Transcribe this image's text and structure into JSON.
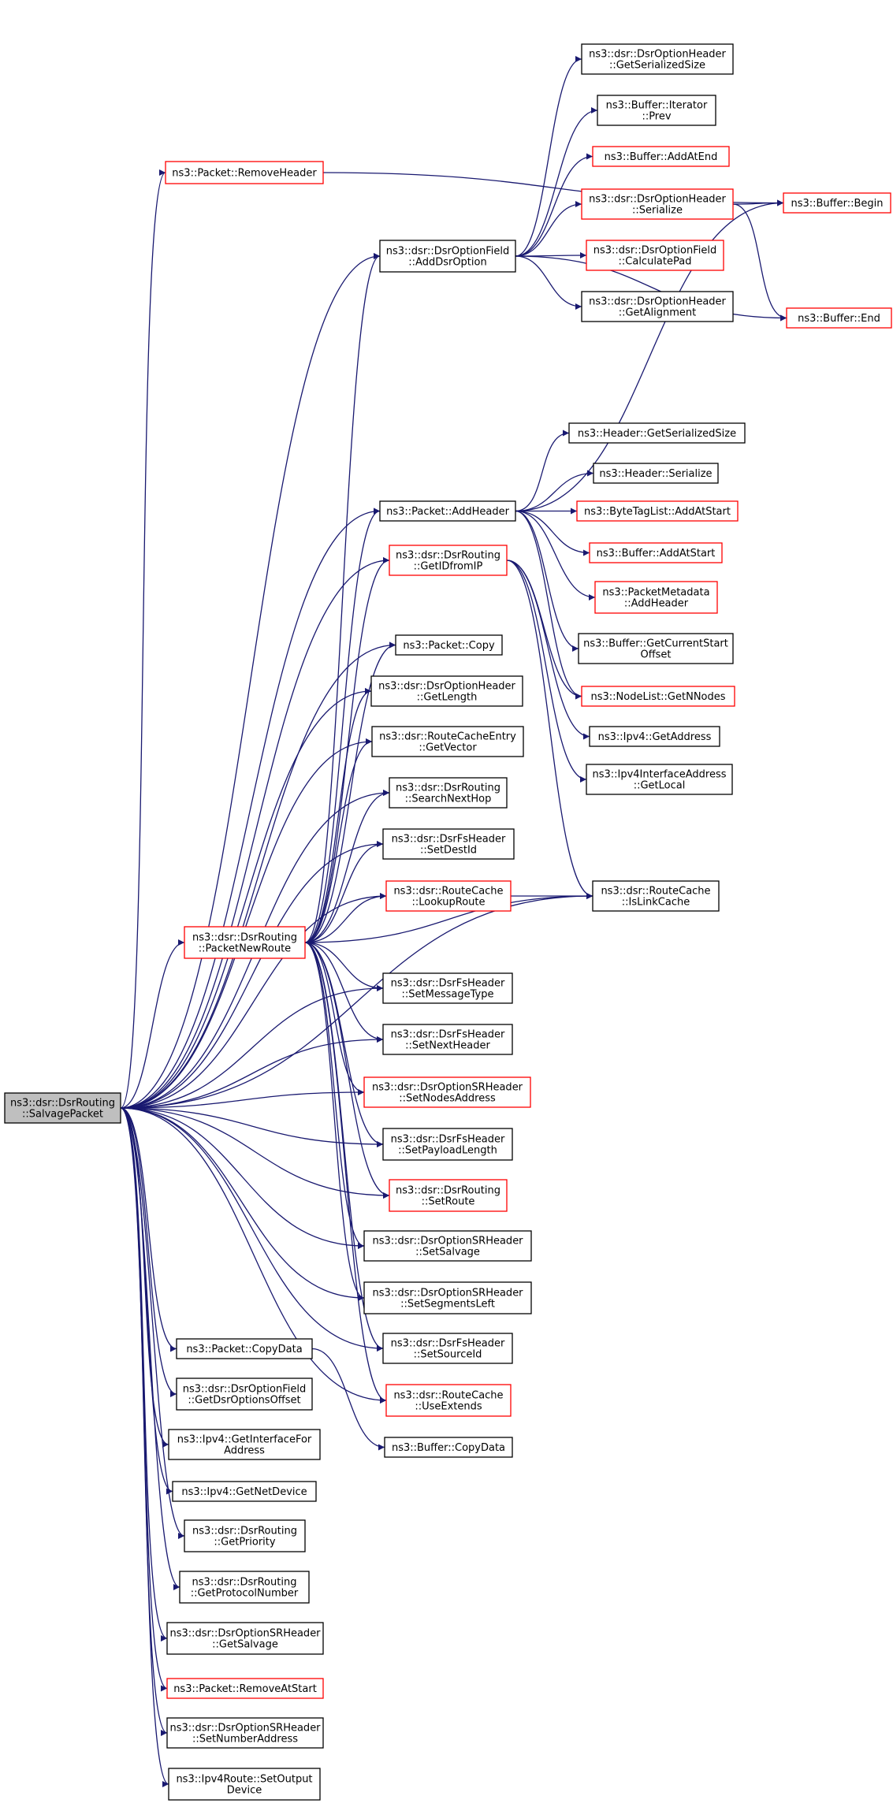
{
  "graph": {
    "title": "",
    "colors": {
      "edge": "#191970",
      "normal_border": "#000000",
      "truncated_border": "#ff0000",
      "root_fill": "#bfbfbf"
    },
    "nodes": [
      {
        "id": "root",
        "lines": [
          "ns3::dsr::DsrRouting",
          "::SalvagePacket"
        ],
        "style": "root"
      },
      {
        "id": "removeheader",
        "lines": [
          "ns3::Packet::RemoveHeader"
        ],
        "style": "truncated"
      },
      {
        "id": "adddsroption",
        "lines": [
          "ns3::dsr::DsrOptionField",
          "::AddDsrOption"
        ],
        "style": "normal"
      },
      {
        "id": "ohgetserializedsize",
        "lines": [
          "ns3::dsr::DsrOptionHeader",
          "::GetSerializedSize"
        ],
        "style": "normal"
      },
      {
        "id": "iterprev",
        "lines": [
          "ns3::Buffer::Iterator",
          "::Prev"
        ],
        "style": "normal"
      },
      {
        "id": "addatend",
        "lines": [
          "ns3::Buffer::AddAtEnd"
        ],
        "style": "truncated"
      },
      {
        "id": "ohserialize",
        "lines": [
          "ns3::dsr::DsrOptionHeader",
          "::Serialize"
        ],
        "style": "truncated"
      },
      {
        "id": "bufbegin",
        "lines": [
          "ns3::Buffer::Begin"
        ],
        "style": "truncated"
      },
      {
        "id": "calculatepad",
        "lines": [
          "ns3::dsr::DsrOptionField",
          "::CalculatePad"
        ],
        "style": "truncated"
      },
      {
        "id": "getalignment",
        "lines": [
          "ns3::dsr::DsrOptionHeader",
          "::GetAlignment"
        ],
        "style": "normal"
      },
      {
        "id": "bufend",
        "lines": [
          "ns3::Buffer::End"
        ],
        "style": "truncated"
      },
      {
        "id": "hgetserializedsize",
        "lines": [
          "ns3::Header::GetSerializedSize"
        ],
        "style": "normal"
      },
      {
        "id": "hserialize",
        "lines": [
          "ns3::Header::Serialize"
        ],
        "style": "normal"
      },
      {
        "id": "addheader",
        "lines": [
          "ns3::Packet::AddHeader"
        ],
        "style": "normal"
      },
      {
        "id": "bytetagaddatstart",
        "lines": [
          "ns3::ByteTagList::AddAtStart"
        ],
        "style": "truncated"
      },
      {
        "id": "bufaddatstart",
        "lines": [
          "ns3::Buffer::AddAtStart"
        ],
        "style": "truncated"
      },
      {
        "id": "getidfromip",
        "lines": [
          "ns3::dsr::DsrRouting",
          "::GetIDfromIP"
        ],
        "style": "truncated"
      },
      {
        "id": "pmaddheader",
        "lines": [
          "ns3::PacketMetadata",
          "::AddHeader"
        ],
        "style": "truncated"
      },
      {
        "id": "getcurrentstartoffset",
        "lines": [
          "ns3::Buffer::GetCurrentStart",
          "Offset"
        ],
        "style": "normal"
      },
      {
        "id": "packetcopy",
        "lines": [
          "ns3::Packet::Copy"
        ],
        "style": "normal"
      },
      {
        "id": "ohgetlength",
        "lines": [
          "ns3::dsr::DsrOptionHeader",
          "::GetLength"
        ],
        "style": "normal"
      },
      {
        "id": "getnnodes",
        "lines": [
          "ns3::NodeList::GetNNodes"
        ],
        "style": "truncated"
      },
      {
        "id": "ipv4getaddress",
        "lines": [
          "ns3::Ipv4::GetAddress"
        ],
        "style": "normal"
      },
      {
        "id": "getvector",
        "lines": [
          "ns3::dsr::RouteCacheEntry",
          "::GetVector"
        ],
        "style": "normal"
      },
      {
        "id": "getlocal",
        "lines": [
          "ns3::Ipv4InterfaceAddress",
          "::GetLocal"
        ],
        "style": "normal"
      },
      {
        "id": "searchnexthop",
        "lines": [
          "ns3::dsr::DsrRouting",
          "::SearchNextHop"
        ],
        "style": "normal"
      },
      {
        "id": "setdestid",
        "lines": [
          "ns3::dsr::DsrFsHeader",
          "::SetDestId"
        ],
        "style": "normal"
      },
      {
        "id": "lookuproute",
        "lines": [
          "ns3::dsr::RouteCache",
          "::LookupRoute"
        ],
        "style": "truncated"
      },
      {
        "id": "islinkcache",
        "lines": [
          "ns3::dsr::RouteCache",
          "::IsLinkCache"
        ],
        "style": "normal"
      },
      {
        "id": "packetnewroute",
        "lines": [
          "ns3::dsr::DsrRouting",
          "::PacketNewRoute"
        ],
        "style": "truncated"
      },
      {
        "id": "setmessagetype",
        "lines": [
          "ns3::dsr::DsrFsHeader",
          "::SetMessageType"
        ],
        "style": "normal"
      },
      {
        "id": "setnextheader",
        "lines": [
          "ns3::dsr::DsrFsHeader",
          "::SetNextHeader"
        ],
        "style": "normal"
      },
      {
        "id": "setnodesaddress",
        "lines": [
          "ns3::dsr::DsrOptionSRHeader",
          "::SetNodesAddress"
        ],
        "style": "truncated"
      },
      {
        "id": "setpayloadlength",
        "lines": [
          "ns3::dsr::DsrFsHeader",
          "::SetPayloadLength"
        ],
        "style": "normal"
      },
      {
        "id": "setroute",
        "lines": [
          "ns3::dsr::DsrRouting",
          "::SetRoute"
        ],
        "style": "truncated"
      },
      {
        "id": "setsalvage",
        "lines": [
          "ns3::dsr::DsrOptionSRHeader",
          "::SetSalvage"
        ],
        "style": "normal"
      },
      {
        "id": "setsegmentsleft",
        "lines": [
          "ns3::dsr::DsrOptionSRHeader",
          "::SetSegmentsLeft"
        ],
        "style": "normal"
      },
      {
        "id": "setsourceid",
        "lines": [
          "ns3::dsr::DsrFsHeader",
          "::SetSourceId"
        ],
        "style": "normal"
      },
      {
        "id": "copydata",
        "lines": [
          "ns3::Packet::CopyData"
        ],
        "style": "normal"
      },
      {
        "id": "useextends",
        "lines": [
          "ns3::dsr::RouteCache",
          "::UseExtends"
        ],
        "style": "truncated"
      },
      {
        "id": "getdsroptionsoffset",
        "lines": [
          "ns3::dsr::DsrOptionField",
          "::GetDsrOptionsOffset"
        ],
        "style": "normal"
      },
      {
        "id": "bufcopydata",
        "lines": [
          "ns3::Buffer::CopyData"
        ],
        "style": "normal"
      },
      {
        "id": "getinterfaceforaddress",
        "lines": [
          "ns3::Ipv4::GetInterfaceFor",
          "Address"
        ],
        "style": "normal"
      },
      {
        "id": "getnetdevice",
        "lines": [
          "ns3::Ipv4::GetNetDevice"
        ],
        "style": "normal"
      },
      {
        "id": "getpriority",
        "lines": [
          "ns3::dsr::DsrRouting",
          "::GetPriority"
        ],
        "style": "normal"
      },
      {
        "id": "getprotocolnumber",
        "lines": [
          "ns3::dsr::DsrRouting",
          "::GetProtocolNumber"
        ],
        "style": "normal"
      },
      {
        "id": "getsalvage",
        "lines": [
          "ns3::dsr::DsrOptionSRHeader",
          "::GetSalvage"
        ],
        "style": "normal"
      },
      {
        "id": "removeatstart",
        "lines": [
          "ns3::Packet::RemoveAtStart"
        ],
        "style": "truncated"
      },
      {
        "id": "setnumberaddress",
        "lines": [
          "ns3::dsr::DsrOptionSRHeader",
          "::SetNumberAddress"
        ],
        "style": "normal"
      },
      {
        "id": "setoutputdevice",
        "lines": [
          "ns3::Ipv4Route::SetOutput",
          "Device"
        ],
        "style": "normal"
      }
    ],
    "edges": [
      [
        "root",
        "removeheader"
      ],
      [
        "root",
        "adddsroption"
      ],
      [
        "root",
        "addheader"
      ],
      [
        "root",
        "getidfromip"
      ],
      [
        "root",
        "packetcopy"
      ],
      [
        "root",
        "ohgetlength"
      ],
      [
        "root",
        "getvector"
      ],
      [
        "root",
        "searchnexthop"
      ],
      [
        "root",
        "setdestid"
      ],
      [
        "root",
        "lookuproute"
      ],
      [
        "root",
        "packetnewroute"
      ],
      [
        "root",
        "setmessagetype"
      ],
      [
        "root",
        "setnextheader"
      ],
      [
        "root",
        "setnodesaddress"
      ],
      [
        "root",
        "setpayloadlength"
      ],
      [
        "root",
        "setroute"
      ],
      [
        "root",
        "setsalvage"
      ],
      [
        "root",
        "setsegmentsleft"
      ],
      [
        "root",
        "setsourceid"
      ],
      [
        "root",
        "copydata"
      ],
      [
        "root",
        "useextends"
      ],
      [
        "root",
        "getdsroptionsoffset"
      ],
      [
        "root",
        "getinterfaceforaddress"
      ],
      [
        "root",
        "getnetdevice"
      ],
      [
        "root",
        "getpriority"
      ],
      [
        "root",
        "getprotocolnumber"
      ],
      [
        "root",
        "getsalvage"
      ],
      [
        "root",
        "removeatstart"
      ],
      [
        "root",
        "setnumberaddress"
      ],
      [
        "root",
        "setoutputdevice"
      ],
      [
        "root",
        "islinkcache"
      ],
      [
        "removeheader",
        "bufbegin"
      ],
      [
        "adddsroption",
        "ohgetserializedsize"
      ],
      [
        "adddsroption",
        "iterprev"
      ],
      [
        "adddsroption",
        "addatend"
      ],
      [
        "adddsroption",
        "ohserialize"
      ],
      [
        "adddsroption",
        "calculatepad"
      ],
      [
        "adddsroption",
        "getalignment"
      ],
      [
        "adddsroption",
        "bufend"
      ],
      [
        "ohserialize",
        "bufbegin"
      ],
      [
        "ohserialize",
        "bufend"
      ],
      [
        "addheader",
        "bufbegin"
      ],
      [
        "addheader",
        "hgetserializedsize"
      ],
      [
        "addheader",
        "hserialize"
      ],
      [
        "addheader",
        "bytetagaddatstart"
      ],
      [
        "addheader",
        "bufaddatstart"
      ],
      [
        "addheader",
        "pmaddheader"
      ],
      [
        "addheader",
        "getcurrentstartoffset"
      ],
      [
        "addheader",
        "getnnodes"
      ],
      [
        "getidfromip",
        "getnnodes"
      ],
      [
        "getidfromip",
        "ipv4getaddress"
      ],
      [
        "getidfromip",
        "getlocal"
      ],
      [
        "getidfromip",
        "islinkcache"
      ],
      [
        "lookuproute",
        "islinkcache"
      ],
      [
        "packetnewroute",
        "adddsroption"
      ],
      [
        "packetnewroute",
        "addheader"
      ],
      [
        "packetnewroute",
        "getidfromip"
      ],
      [
        "packetnewroute",
        "packetcopy"
      ],
      [
        "packetnewroute",
        "ohgetlength"
      ],
      [
        "packetnewroute",
        "getvector"
      ],
      [
        "packetnewroute",
        "searchnexthop"
      ],
      [
        "packetnewroute",
        "setdestid"
      ],
      [
        "packetnewroute",
        "lookuproute"
      ],
      [
        "packetnewroute",
        "islinkcache"
      ],
      [
        "packetnewroute",
        "setmessagetype"
      ],
      [
        "packetnewroute",
        "setnextheader"
      ],
      [
        "packetnewroute",
        "setnodesaddress"
      ],
      [
        "packetnewroute",
        "setpayloadlength"
      ],
      [
        "packetnewroute",
        "setroute"
      ],
      [
        "packetnewroute",
        "setsalvage"
      ],
      [
        "packetnewroute",
        "setsegmentsleft"
      ],
      [
        "packetnewroute",
        "setsourceid"
      ],
      [
        "packetnewroute",
        "useextends"
      ],
      [
        "copydata",
        "bufcopydata"
      ]
    ]
  }
}
